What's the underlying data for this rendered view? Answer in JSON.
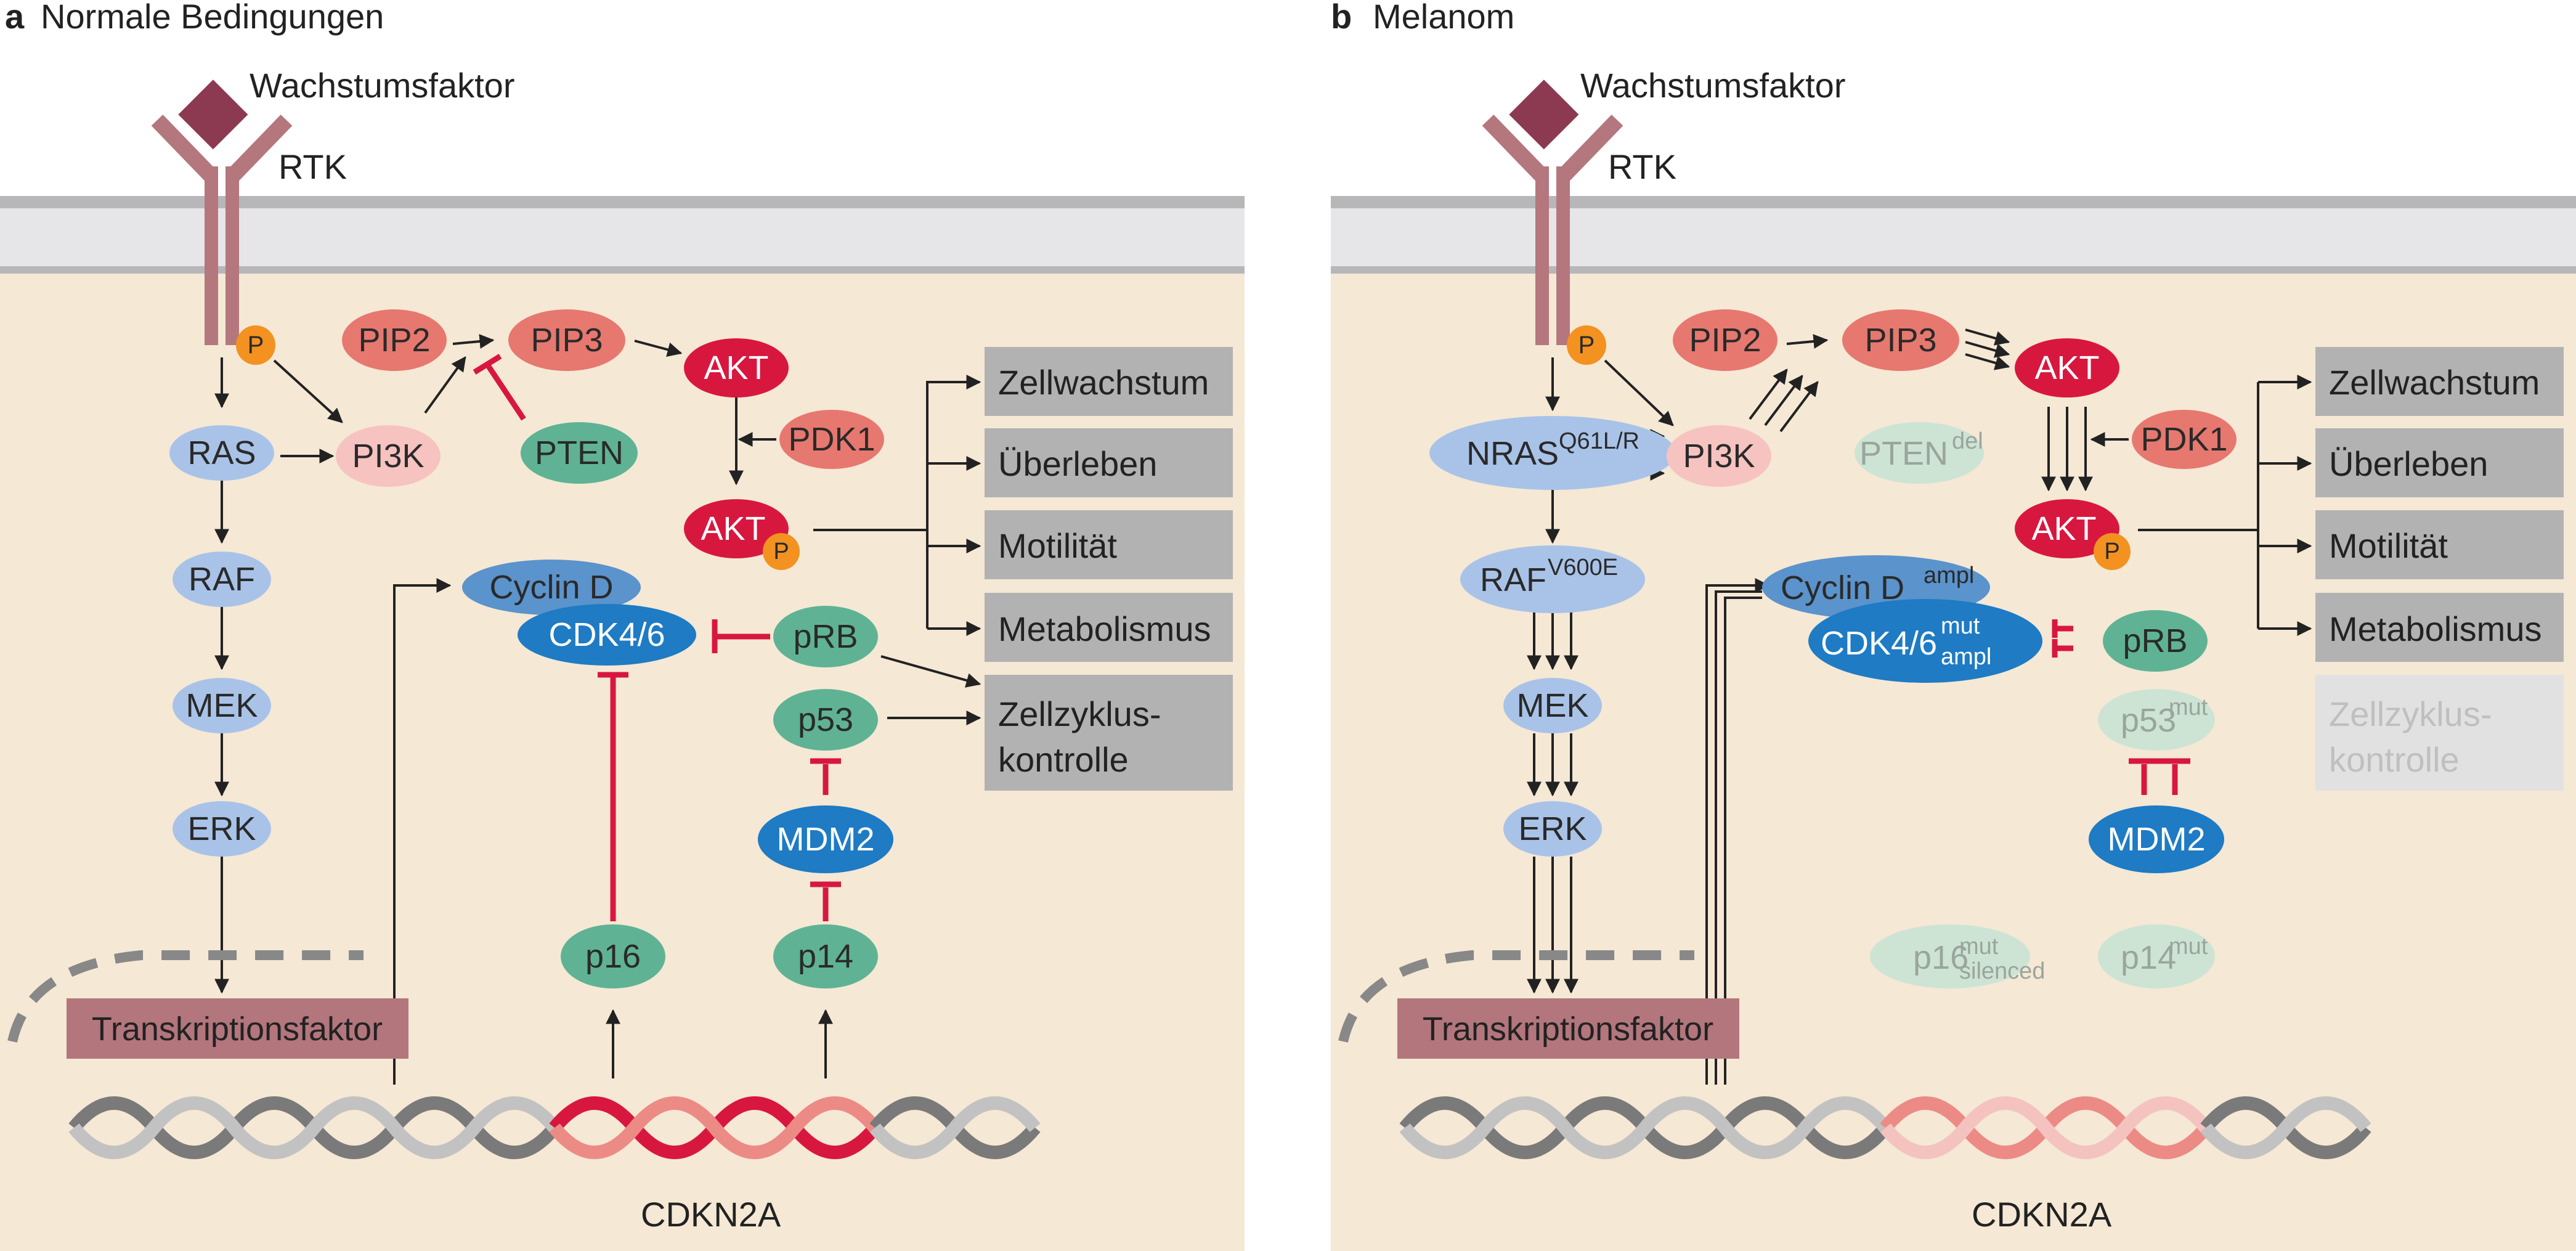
{
  "panel_a": {
    "letter": "a",
    "title": "Normale Bedingungen",
    "growth_factor": "Wachstumsfaktor",
    "rtk": "RTK",
    "phospho": "P",
    "pip2": "PIP2",
    "pip3": "PIP3",
    "akt": "AKT",
    "akt_p": "AKT",
    "pdk1": "PDK1",
    "pten": "PTEN",
    "ras": "RAS",
    "pi3k": "PI3K",
    "raf": "RAF",
    "mek": "MEK",
    "erk": "ERK",
    "cyclin_d": "Cyclin D",
    "cdk46": "CDK4/6",
    "prb": "pRB",
    "p53": "p53",
    "mdm2": "MDM2",
    "p16": "p16",
    "p14": "p14",
    "transcription_factor": "Transkriptionsfaktor",
    "gene": "CDKN2A",
    "outcomes": [
      "Zellwachstum",
      "Überleben",
      "Motilität",
      "Metabolismus"
    ],
    "cell_cycle_1": "Zellzyklus-",
    "cell_cycle_2": "kontrolle"
  },
  "panel_b": {
    "letter": "b",
    "title": "Melanom",
    "growth_factor": "Wachstumsfaktor",
    "rtk": "RTK",
    "phospho": "P",
    "pip2": "PIP2",
    "pip3": "PIP3",
    "akt": "AKT",
    "akt_p": "AKT",
    "pdk1": "PDK1",
    "pten": "PTEN",
    "pten_sup": "del",
    "nras": "NRAS",
    "nras_sup": "Q61L/R",
    "pi3k": "PI3K",
    "raf": "RAF",
    "raf_sup": "V600E",
    "mek": "MEK",
    "erk": "ERK",
    "cyclin_d": "Cyclin D",
    "cyclin_sup": "ampl",
    "cdk46": "CDK4/6",
    "cdk_sup": "mut",
    "cdk_sub": "ampl",
    "prb": "pRB",
    "p53": "p53",
    "p53_sup": "mut",
    "mdm2": "MDM2",
    "p16": "p16",
    "p16_sup": "mut",
    "p16_sub": "silenced",
    "p14": "p14",
    "p14_sup": "mut",
    "transcription_factor": "Transkriptionsfaktor",
    "gene": "CDKN2A",
    "outcomes": [
      "Zellwachstum",
      "Überleben",
      "Motilität",
      "Metabolismus"
    ],
    "cell_cycle_1": "Zellzyklus-",
    "cell_cycle_2": "kontrolle"
  },
  "colors": {
    "cytoplasm": "#f5e8d5",
    "membrane": "#e6e6e8",
    "membrane_line": "#b7b7ba",
    "light_blue": "#a9c3e8",
    "blue": "#1e7bc4",
    "green": "#5fb394",
    "salmon": "#e7786f",
    "pink": "#f6c3c0",
    "crimson": "#d8173f",
    "orange": "#f39220",
    "gray_box": "#b2b2b3",
    "tf_box": "#b3767d",
    "receptor": "#b4777d",
    "ligand": "#8c3a52",
    "inhibit": "#d8173f"
  }
}
